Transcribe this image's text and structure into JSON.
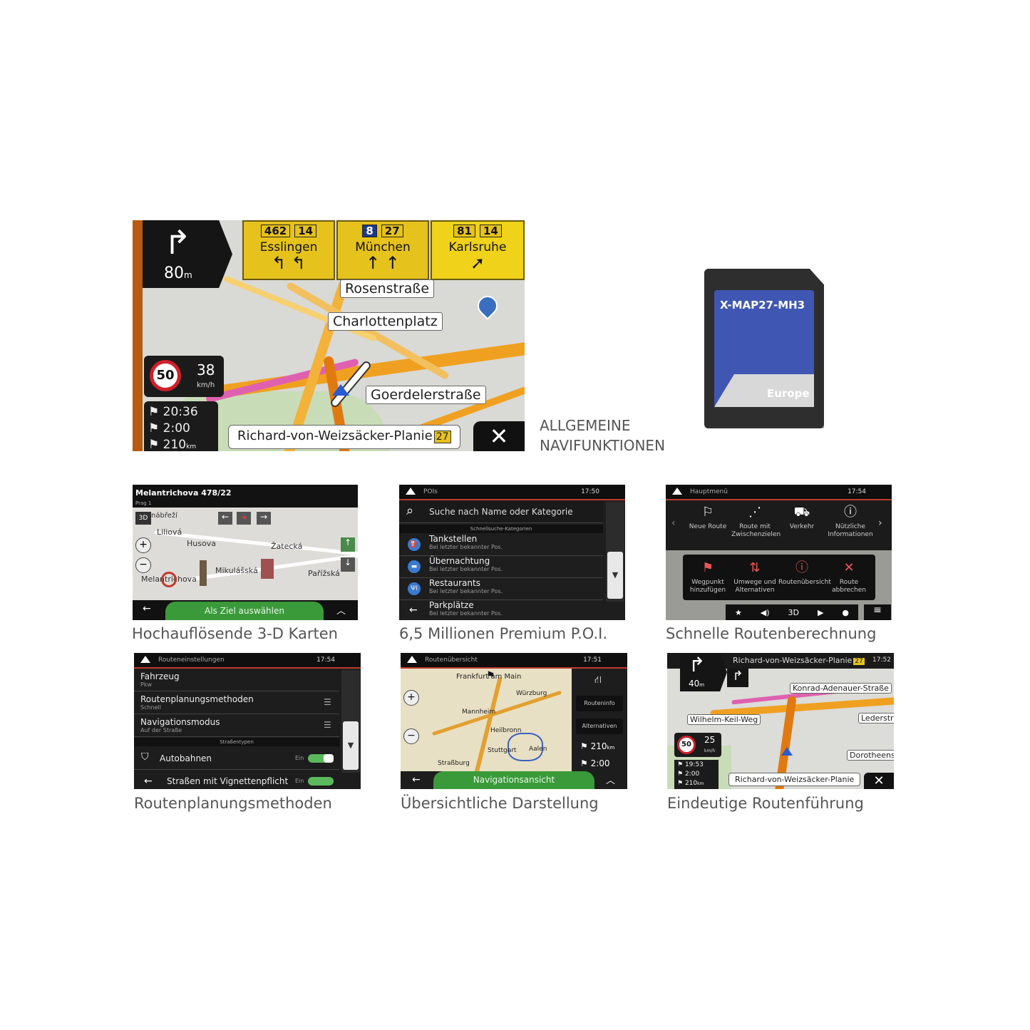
{
  "heading": {
    "line1": "ALLGEMEINE",
    "line2": "NAVIFUNKTIONEN"
  },
  "sd_card": {
    "label": "X-MAP27-MH3",
    "region": "Europe",
    "colors": {
      "body": "#2e2e2e",
      "label": "#3f57b3"
    }
  },
  "main_screen": {
    "turn_distance": "80",
    "turn_unit": "m",
    "signs": [
      {
        "nums": [
          "462",
          "14"
        ],
        "city": "Esslingen",
        "arrows": "↰ ↰"
      },
      {
        "nums": [
          "8",
          "27"
        ],
        "city": "München",
        "arrows": "↑ ↑"
      },
      {
        "nums": [
          "81",
          "14"
        ],
        "city": "Karlsruhe",
        "arrows": "➚"
      }
    ],
    "streets": [
      "Rosenstraße",
      "Charlottenplatz",
      "Goerdelerstraße"
    ],
    "speed_limit": "50",
    "current_speed": "38",
    "speed_unit": "km/h",
    "eta": "20:36",
    "remaining_time": "2:00",
    "remaining_distance": "210",
    "distance_unit": "km",
    "current_street": "Richard-von-Weizsäcker-Planie",
    "current_street_num": "27"
  },
  "screens": {
    "map3d": {
      "title": "Melantrichova 478/22",
      "subtitle": "Prag 1",
      "mode": "3D",
      "places": [
        "nábřeží",
        "Liliová",
        "Husova",
        "Žatecká",
        "Melantrichova",
        "Mikulášská",
        "Pařížská"
      ],
      "action": "Als Ziel auswählen",
      "caption": "Hochauflösende 3-D Karten"
    },
    "pois": {
      "bar_title": "POIs",
      "time": "17:50",
      "search_placeholder": "Suche nach Name oder Kategorie",
      "section": "Schnellsuche-Kategorien",
      "items": [
        {
          "name": "Tankstellen",
          "sub": "Bei letzter bekannter Pos."
        },
        {
          "name": "Übernachtung",
          "sub": "Bei letzter bekannter Pos."
        },
        {
          "name": "Restaurants",
          "sub": "Bei letzter bekannter Pos."
        },
        {
          "name": "Parkplätze",
          "sub": "Bei letzter bekannter Pos."
        }
      ],
      "caption": "6,5 Millionen Premium P.O.I."
    },
    "menu": {
      "bar_title": "Hauptmenü",
      "time": "17:54",
      "top": [
        "Neue Route",
        "Route mit Zwischenzielen",
        "Verkehr",
        "Nützliche Informationen"
      ],
      "bottom": [
        "Wegpunkt hinzufügen",
        "Umwege und Alternativen",
        "Routenübersicht",
        "Route abbrechen"
      ],
      "mode": "3D",
      "caption": "Schnelle Routenberechnung"
    },
    "route_settings": {
      "bar_title": "Routeneinstellungen",
      "time": "17:54",
      "rows": [
        {
          "name": "Fahrzeug",
          "sub": "Pkw"
        },
        {
          "name": "Routenplanungsmethoden",
          "sub": "Schnell"
        },
        {
          "name": "Navigationsmodus",
          "sub": "Auf der Straße"
        }
      ],
      "section": "Straßentypen",
      "toggles": [
        {
          "name": "Autobahnen",
          "state": "Ein"
        },
        {
          "name": "Straßen mit Vignettenpflicht",
          "state": "Ein"
        }
      ],
      "caption": "Routenplanungsmethoden"
    },
    "overview": {
      "bar_title": "Routenübersicht",
      "time": "17:51",
      "places": [
        "Frankfurt am Main",
        "Würzburg",
        "Mannheim",
        "Heilbronn",
        "Stuttgart",
        "Aalen",
        "Straßburg"
      ],
      "btn_info": "Routeninfo",
      "btn_alt": "Alternativen",
      "distance": "210",
      "distance_unit": "km",
      "duration": "2:00",
      "action": "Navigationsansicht",
      "caption": "Übersichtliche Darstellung"
    },
    "guidance": {
      "street": "Richard-von-Weizsäcker-Planie",
      "street_num": "27",
      "time": "17:52",
      "turn_distance": "40",
      "turn_unit": "m",
      "labels": [
        "Konrad-Adenauer-Straße",
        "Wilhelm-Keil-Weg",
        "Lederstra",
        "Dorotheenst"
      ],
      "speed_limit": "50",
      "current_speed": "25",
      "speed_unit": "km/h",
      "eta": "19:53",
      "remaining_time": "2:00",
      "remaining_distance": "210",
      "distance_unit": "km",
      "current_street": "Richard-von-Weizsäcker-Planie",
      "caption": "Eindeutige Routenführung"
    }
  }
}
